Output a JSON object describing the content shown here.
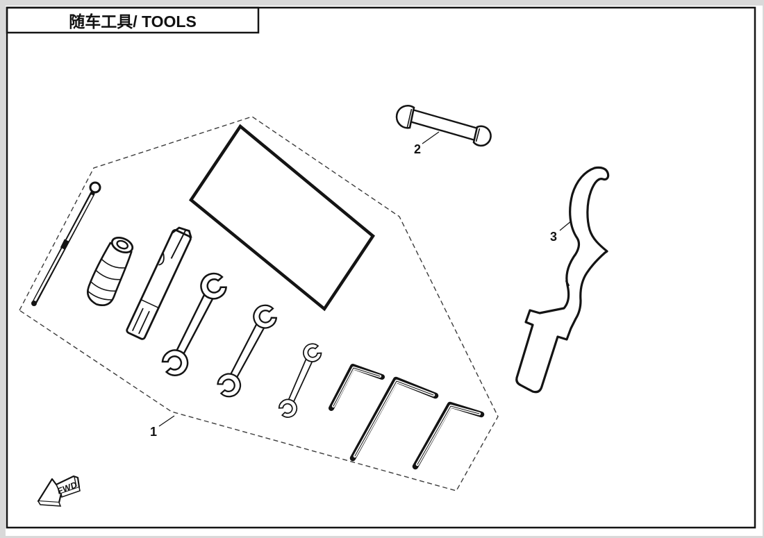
{
  "header": {
    "title": "随车工具/ TOOLS"
  },
  "labels": {
    "part1": "1",
    "part2": "2",
    "part3": "3"
  },
  "direction_marker": {
    "label": "FWD"
  },
  "colors": {
    "line": "#141414",
    "dashed_outline": "#3c3c3c",
    "background": "#ffffff",
    "surround": "#d9d9d9"
  }
}
